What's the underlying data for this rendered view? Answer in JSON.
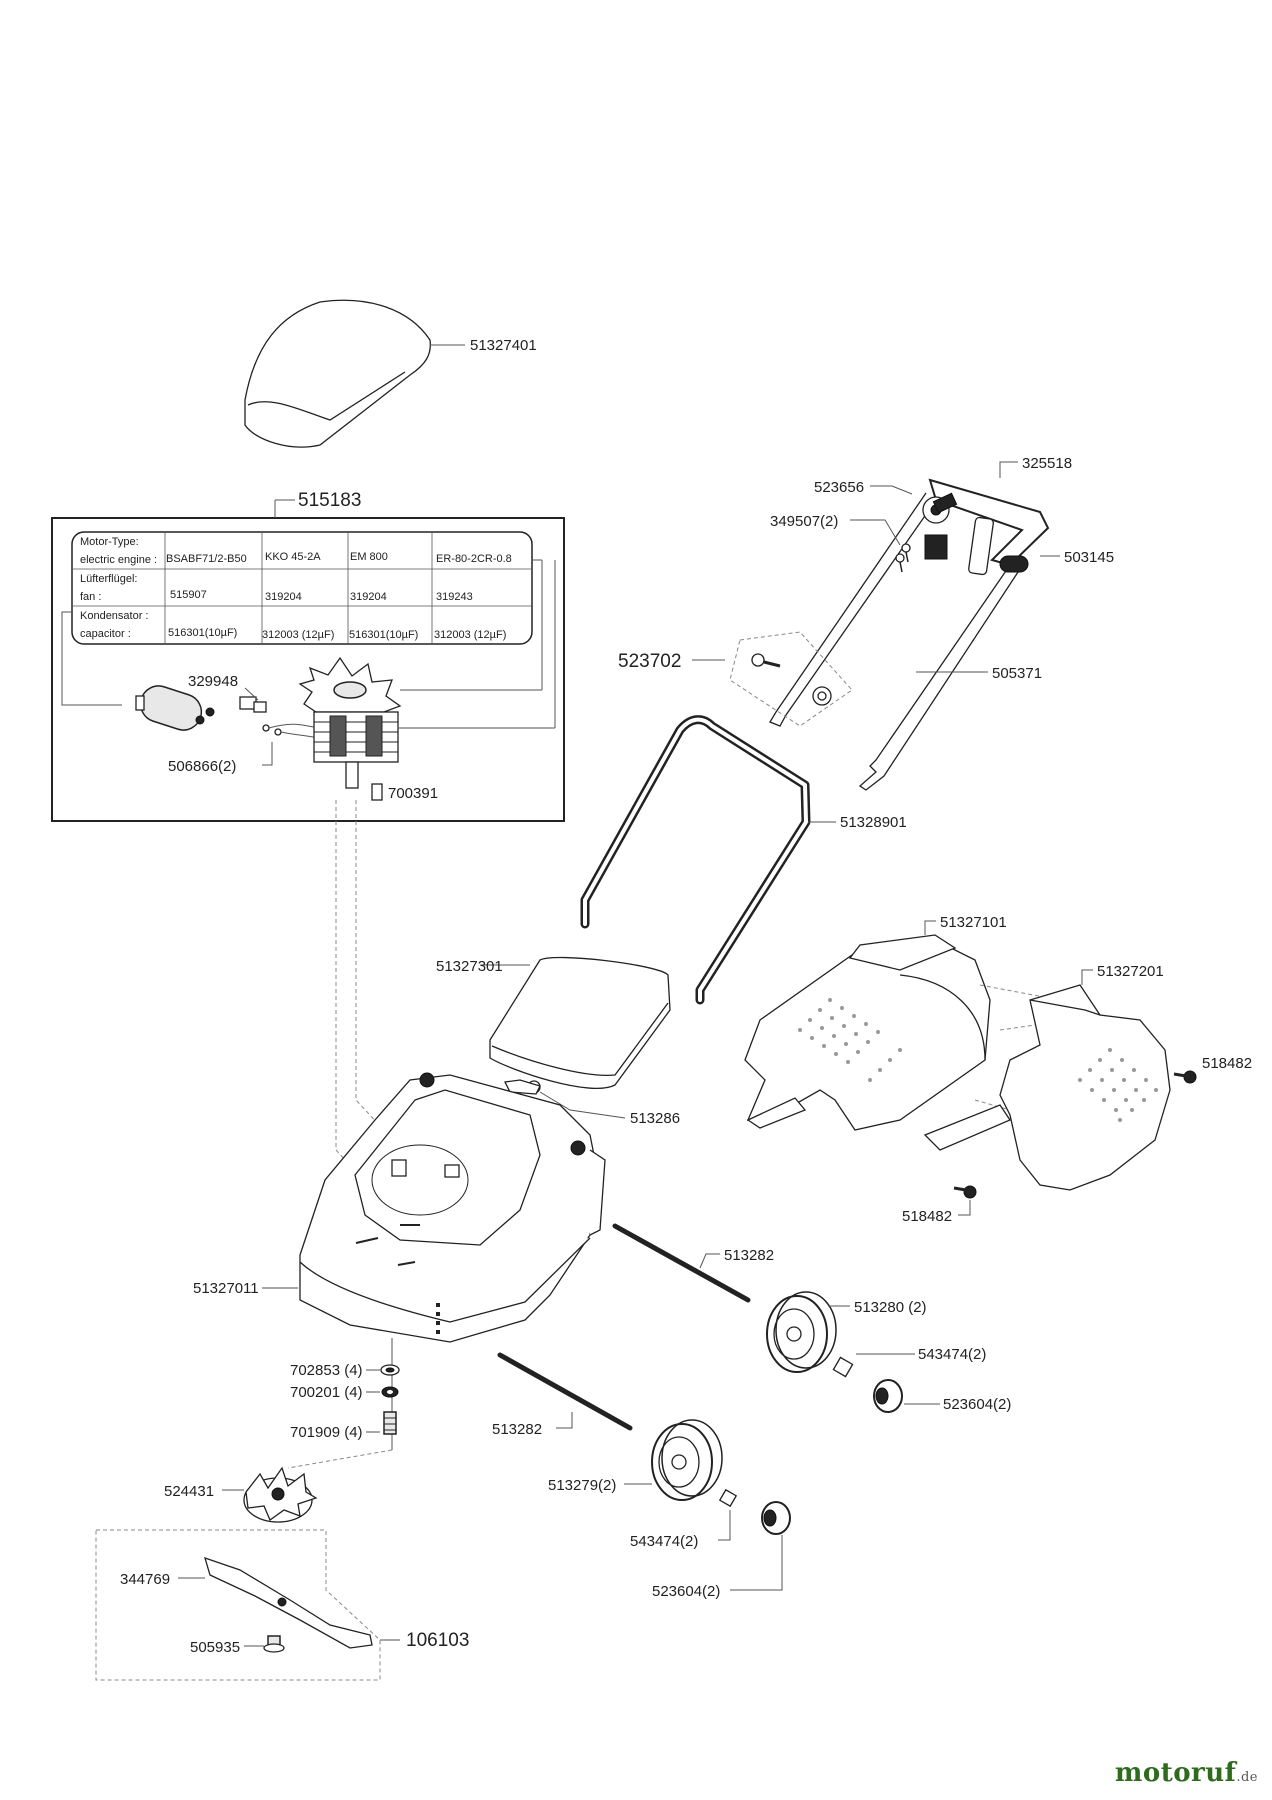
{
  "labels": {
    "p51327401": "51327401",
    "p515183": "515183",
    "p523656": "523656",
    "p325518": "325518",
    "p349507": "349507(2)",
    "p503145": "503145",
    "p523702": "523702",
    "p505371": "505371",
    "p329948": "329948",
    "p506866": "506866(2)",
    "p700391": "700391",
    "p51328901": "51328901",
    "p51327101": "51327101",
    "p51327301": "51327301",
    "p51327201": "51327201",
    "p518482a": "518482",
    "p513286": "513286",
    "p518482b": "518482",
    "p513282a": "513282",
    "p51327011": "51327011",
    "p513280": "513280 (2)",
    "p543474a": "543474(2)",
    "p702853": "702853 (4)",
    "p700201": "700201 (4)",
    "p523604a": "523604(2)",
    "p701909": "701909 (4)",
    "p513282b": "513282",
    "p513279": "513279(2)",
    "p524431": "524431",
    "p543474b": "543474(2)",
    "p344769": "344769",
    "p523604b": "523604(2)",
    "p106103": "106103",
    "p505935": "505935"
  },
  "motor_table": {
    "row1_label_a": "Motor-Type:",
    "row1_label_b": "electric engine :",
    "row2_label_a": "Lüfterflügel:",
    "row2_label_b": "fan :",
    "row3_label_a": "Kondensator :",
    "row3_label_b": "capacitor :",
    "motor_types": [
      "BSABF71/2-B50",
      "KKO 45-2A",
      "EM 800",
      "ER-80-2CR-0.8"
    ],
    "fans": [
      "515907",
      "319204",
      "319204",
      "319243"
    ],
    "capacitors": [
      "516301(10µF)",
      "312003 (12µF)",
      "516301(10µF)",
      "312003 (12µF)"
    ]
  },
  "brand": {
    "name_a": "motoruf",
    "name_b": "",
    "tld": ".de"
  }
}
